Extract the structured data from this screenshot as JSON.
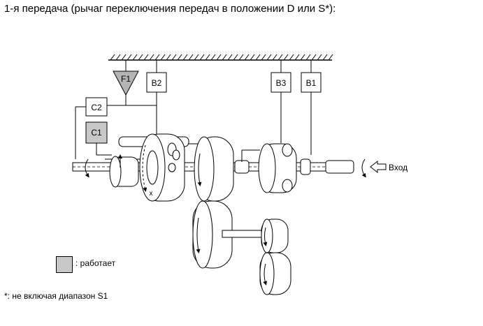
{
  "title": "1-я передача (рычаг переключения передач в положении D или S*):",
  "footnote": "*: не включая диапазон S1",
  "legend": {
    "label": ": работает",
    "color": "#c8c8c8"
  },
  "components": {
    "f1": "F1",
    "b2": "B2",
    "b3": "B3",
    "b1": "B1",
    "c2": "C2",
    "c1": "C1"
  },
  "input_label": "Вход",
  "x_mark": "x",
  "active_color": "#c8c8c8",
  "f1_color": "#b4b4b4"
}
